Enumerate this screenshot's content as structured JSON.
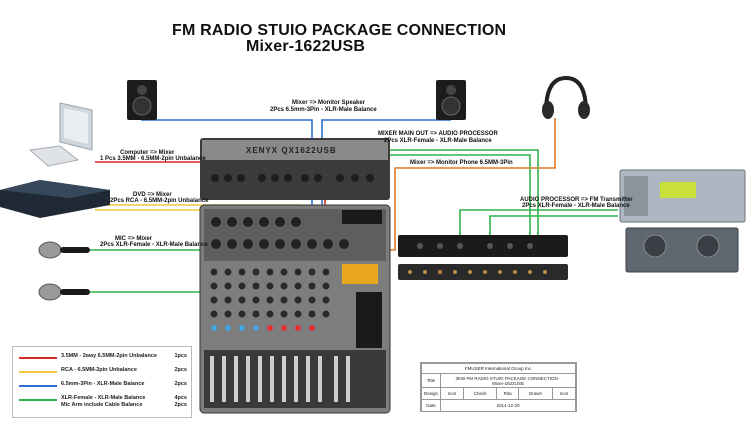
{
  "title": {
    "line1": "FM RADIO STUIO PACKAGE CONNECTION",
    "line2": "Mixer-1622USB"
  },
  "mixer_brand": "XENYX QX1622USB",
  "connections": {
    "monitor_speaker": {
      "line1": "Mixer => Monitor Speaker",
      "line2": "2Pcs 6.5mm-3Pin - XLR-Male  Balance"
    },
    "mixer_main_out": {
      "line1": "MIXER MAIN OUT => AUDIO PROCESSOR",
      "line2": "2Pcs XLR-Female - XLR-Male  Balance"
    },
    "monitor_phone": {
      "line1": "Mixer => Monitor Phone 6.5MM-3Pin"
    },
    "computer": {
      "line1": "Computer => Mixer",
      "line2": "1 Pcs 3.5MM - 6.5MM-2pin  Unbalance"
    },
    "dvd": {
      "line1": "DVD => Mixer",
      "line2": "2Pcs RCA - 6.5MM-2pin  Unbalance"
    },
    "mic": {
      "line1": "MIC => Mixer",
      "line2": "2Pcs XLR-Female - XLR-Male Balance"
    },
    "audio_processor": {
      "line1": "AUDIO PROCESSOR => FM Transmitter",
      "line2": "2Pcs XLR-Female - XLR-Male  Balance"
    }
  },
  "legend": [
    {
      "text": "3.5MM - 2way 6.5MM-2pin Unbalance",
      "qty": "1pcs",
      "color": "#d42a2a"
    },
    {
      "text": "RCA - 6.5MM-2pin Unbalance",
      "qty": "2pcs",
      "color": "#f2c53d"
    },
    {
      "text": "6.5mm-3Pin - XLR-Male  Balance",
      "qty": "2pcs",
      "color": "#2e6fd1"
    },
    {
      "text": "XLR-Female - XLR-Male Balance",
      "text2": "Mic Arm include Cable Balance",
      "qty": "4pcs",
      "qty2": "2pcs",
      "color": "#2fb24c"
    }
  ],
  "title_block": {
    "company": "FMUSER International Group Inc.",
    "title_label": "Title",
    "title_value": "3KW FM RADIO STUIO PACKAGE CONNECTION -",
    "title_value2": "Mixer-1622USB",
    "design_label": "Design",
    "design_value": "Icon",
    "check_label": "Check",
    "check_value": "Rita",
    "drawn_label": "Drawn",
    "drawn_value": "Icon",
    "date_label": "Date",
    "date_value": "2014-12-20"
  },
  "colors": {
    "red": "#d42a2a",
    "yellow": "#f2c53d",
    "blue": "#2e6fd1",
    "green": "#2fb24c",
    "orange": "#e07a2c"
  }
}
